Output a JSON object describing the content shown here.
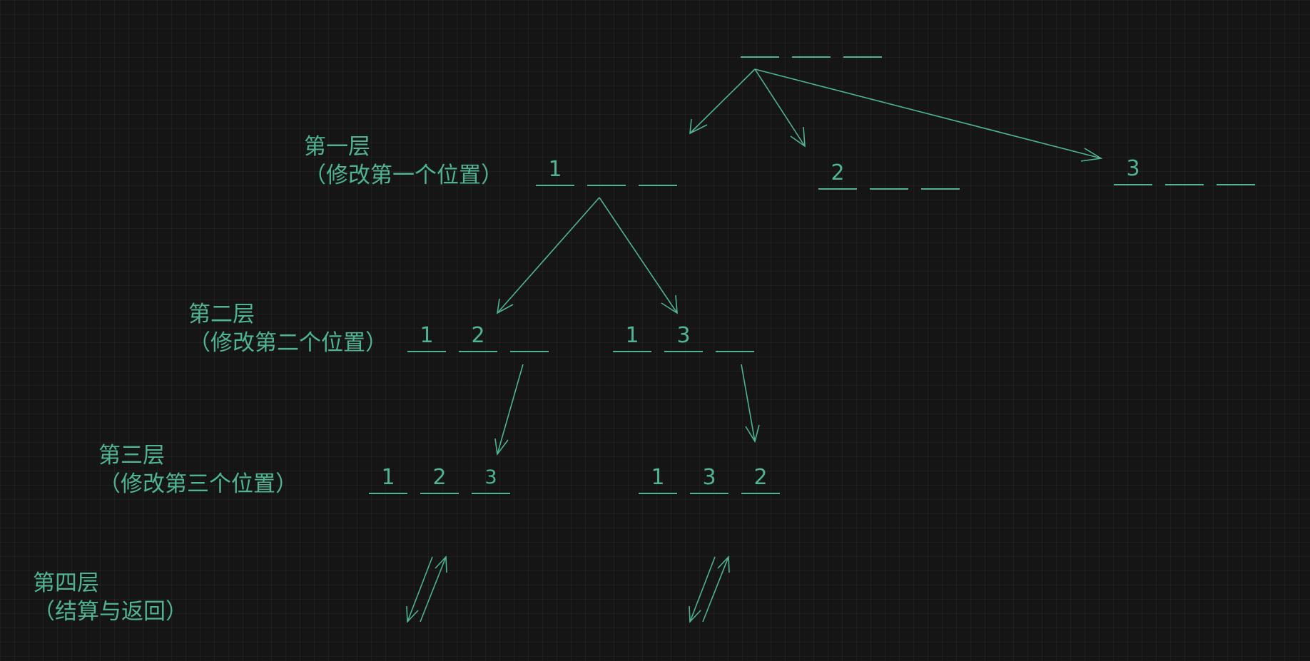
{
  "colors": {
    "background": "#151515",
    "accent": "#4fb394"
  },
  "levels": [
    {
      "title": "第一层",
      "subtitle": "（修改第一个位置）"
    },
    {
      "title": "第二层",
      "subtitle": "（修改第二个位置）"
    },
    {
      "title": "第三层",
      "subtitle": "（修改第三个位置）"
    },
    {
      "title": "第四层",
      "subtitle": "（结算与返回）"
    }
  ],
  "nodes": {
    "root": [
      "",
      "",
      ""
    ],
    "l1_a": [
      "1",
      "",
      ""
    ],
    "l1_b": [
      "2",
      "",
      ""
    ],
    "l1_c": [
      "3",
      "",
      ""
    ],
    "l2_a": [
      "1",
      "2",
      ""
    ],
    "l2_b": [
      "1",
      "3",
      ""
    ],
    "l3_a": [
      "1",
      "2",
      "3"
    ],
    "l3_b": [
      "1",
      "3",
      "2"
    ]
  }
}
